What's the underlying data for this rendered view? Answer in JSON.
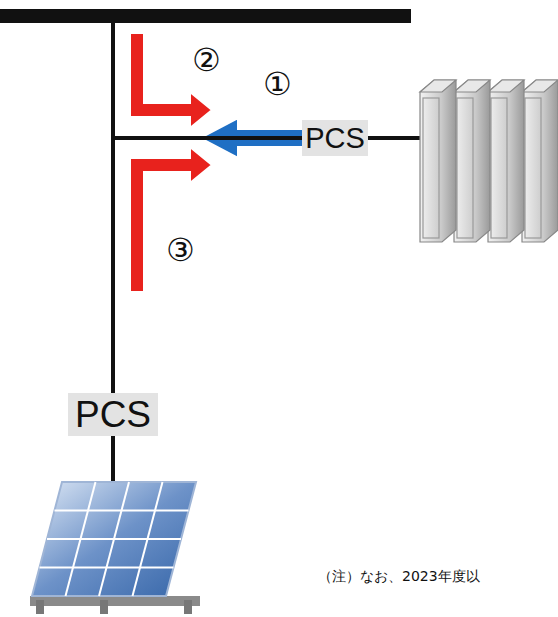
{
  "diagram": {
    "nodes": [
      {
        "text": [
          "PCS"
        ]
      },
      {
        "text": [
          "PCS"
        ]
      }
    ],
    "edges": [
      {
        "from": 1,
        "to": 0,
        "arrow": "none"
      }
    ],
    "labels": [
      "②",
      "①",
      "③",
      "（注）なお、2023年度以"
    ]
  }
}
